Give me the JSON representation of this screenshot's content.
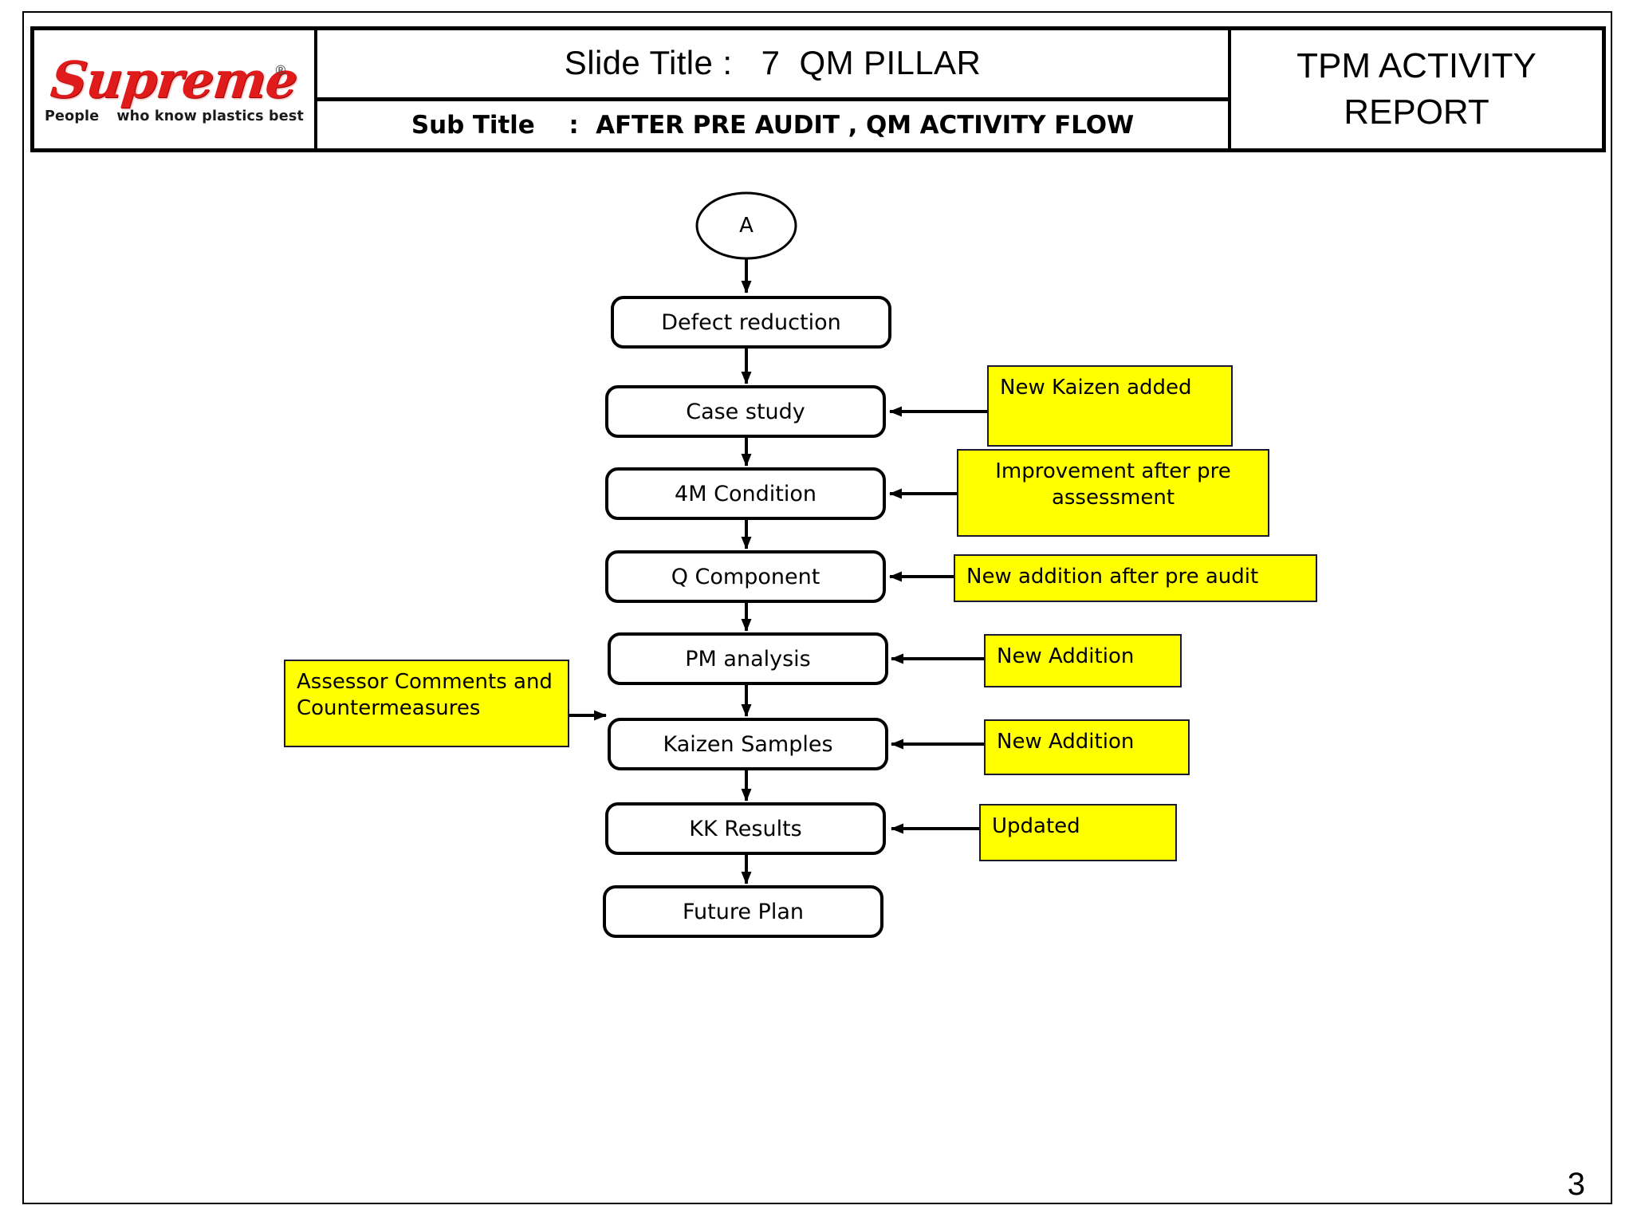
{
  "header": {
    "logo": {
      "brand": "Supreme",
      "registered_mark": "®",
      "tagline_left": "People",
      "tagline_right": "who know plastics best"
    },
    "slide_title": "Slide Title :   7  QM PILLAR",
    "sub_title": "Sub Title    :  AFTER PRE AUDIT , QM ACTIVITY FLOW",
    "report_line1": "TPM ACTIVITY",
    "report_line2": "REPORT"
  },
  "flow": {
    "start_node": "A",
    "steps": [
      {
        "label": "Defect reduction"
      },
      {
        "label": "Case study"
      },
      {
        "label": "4M Condition"
      },
      {
        "label": "Q Component"
      },
      {
        "label": "PM analysis"
      },
      {
        "label": "Kaizen Samples"
      },
      {
        "label": "KK Results"
      },
      {
        "label": "Future Plan"
      }
    ],
    "callouts": [
      {
        "text": "New Kaizen added",
        "target": "Case study",
        "side": "right"
      },
      {
        "text": "Improvement after pre assessment",
        "target": "4M Condition",
        "side": "right"
      },
      {
        "text": "New addition after pre audit",
        "target": "Q Component",
        "side": "right"
      },
      {
        "text": "New Addition",
        "target": "PM analysis",
        "side": "right"
      },
      {
        "text": "New Addition",
        "target": "Kaizen Samples",
        "side": "right"
      },
      {
        "text": "Updated",
        "target": "KK Results",
        "side": "right"
      },
      {
        "text": "Assessor Comments and Countermeasures",
        "target": "Kaizen Samples",
        "side": "left"
      }
    ]
  },
  "footer": {
    "page_number": "3"
  },
  "colors": {
    "callout_fill": "#ffff00",
    "callout_border": "#1a1a2e",
    "logo_red": "#e01b1b",
    "line": "#000000"
  }
}
